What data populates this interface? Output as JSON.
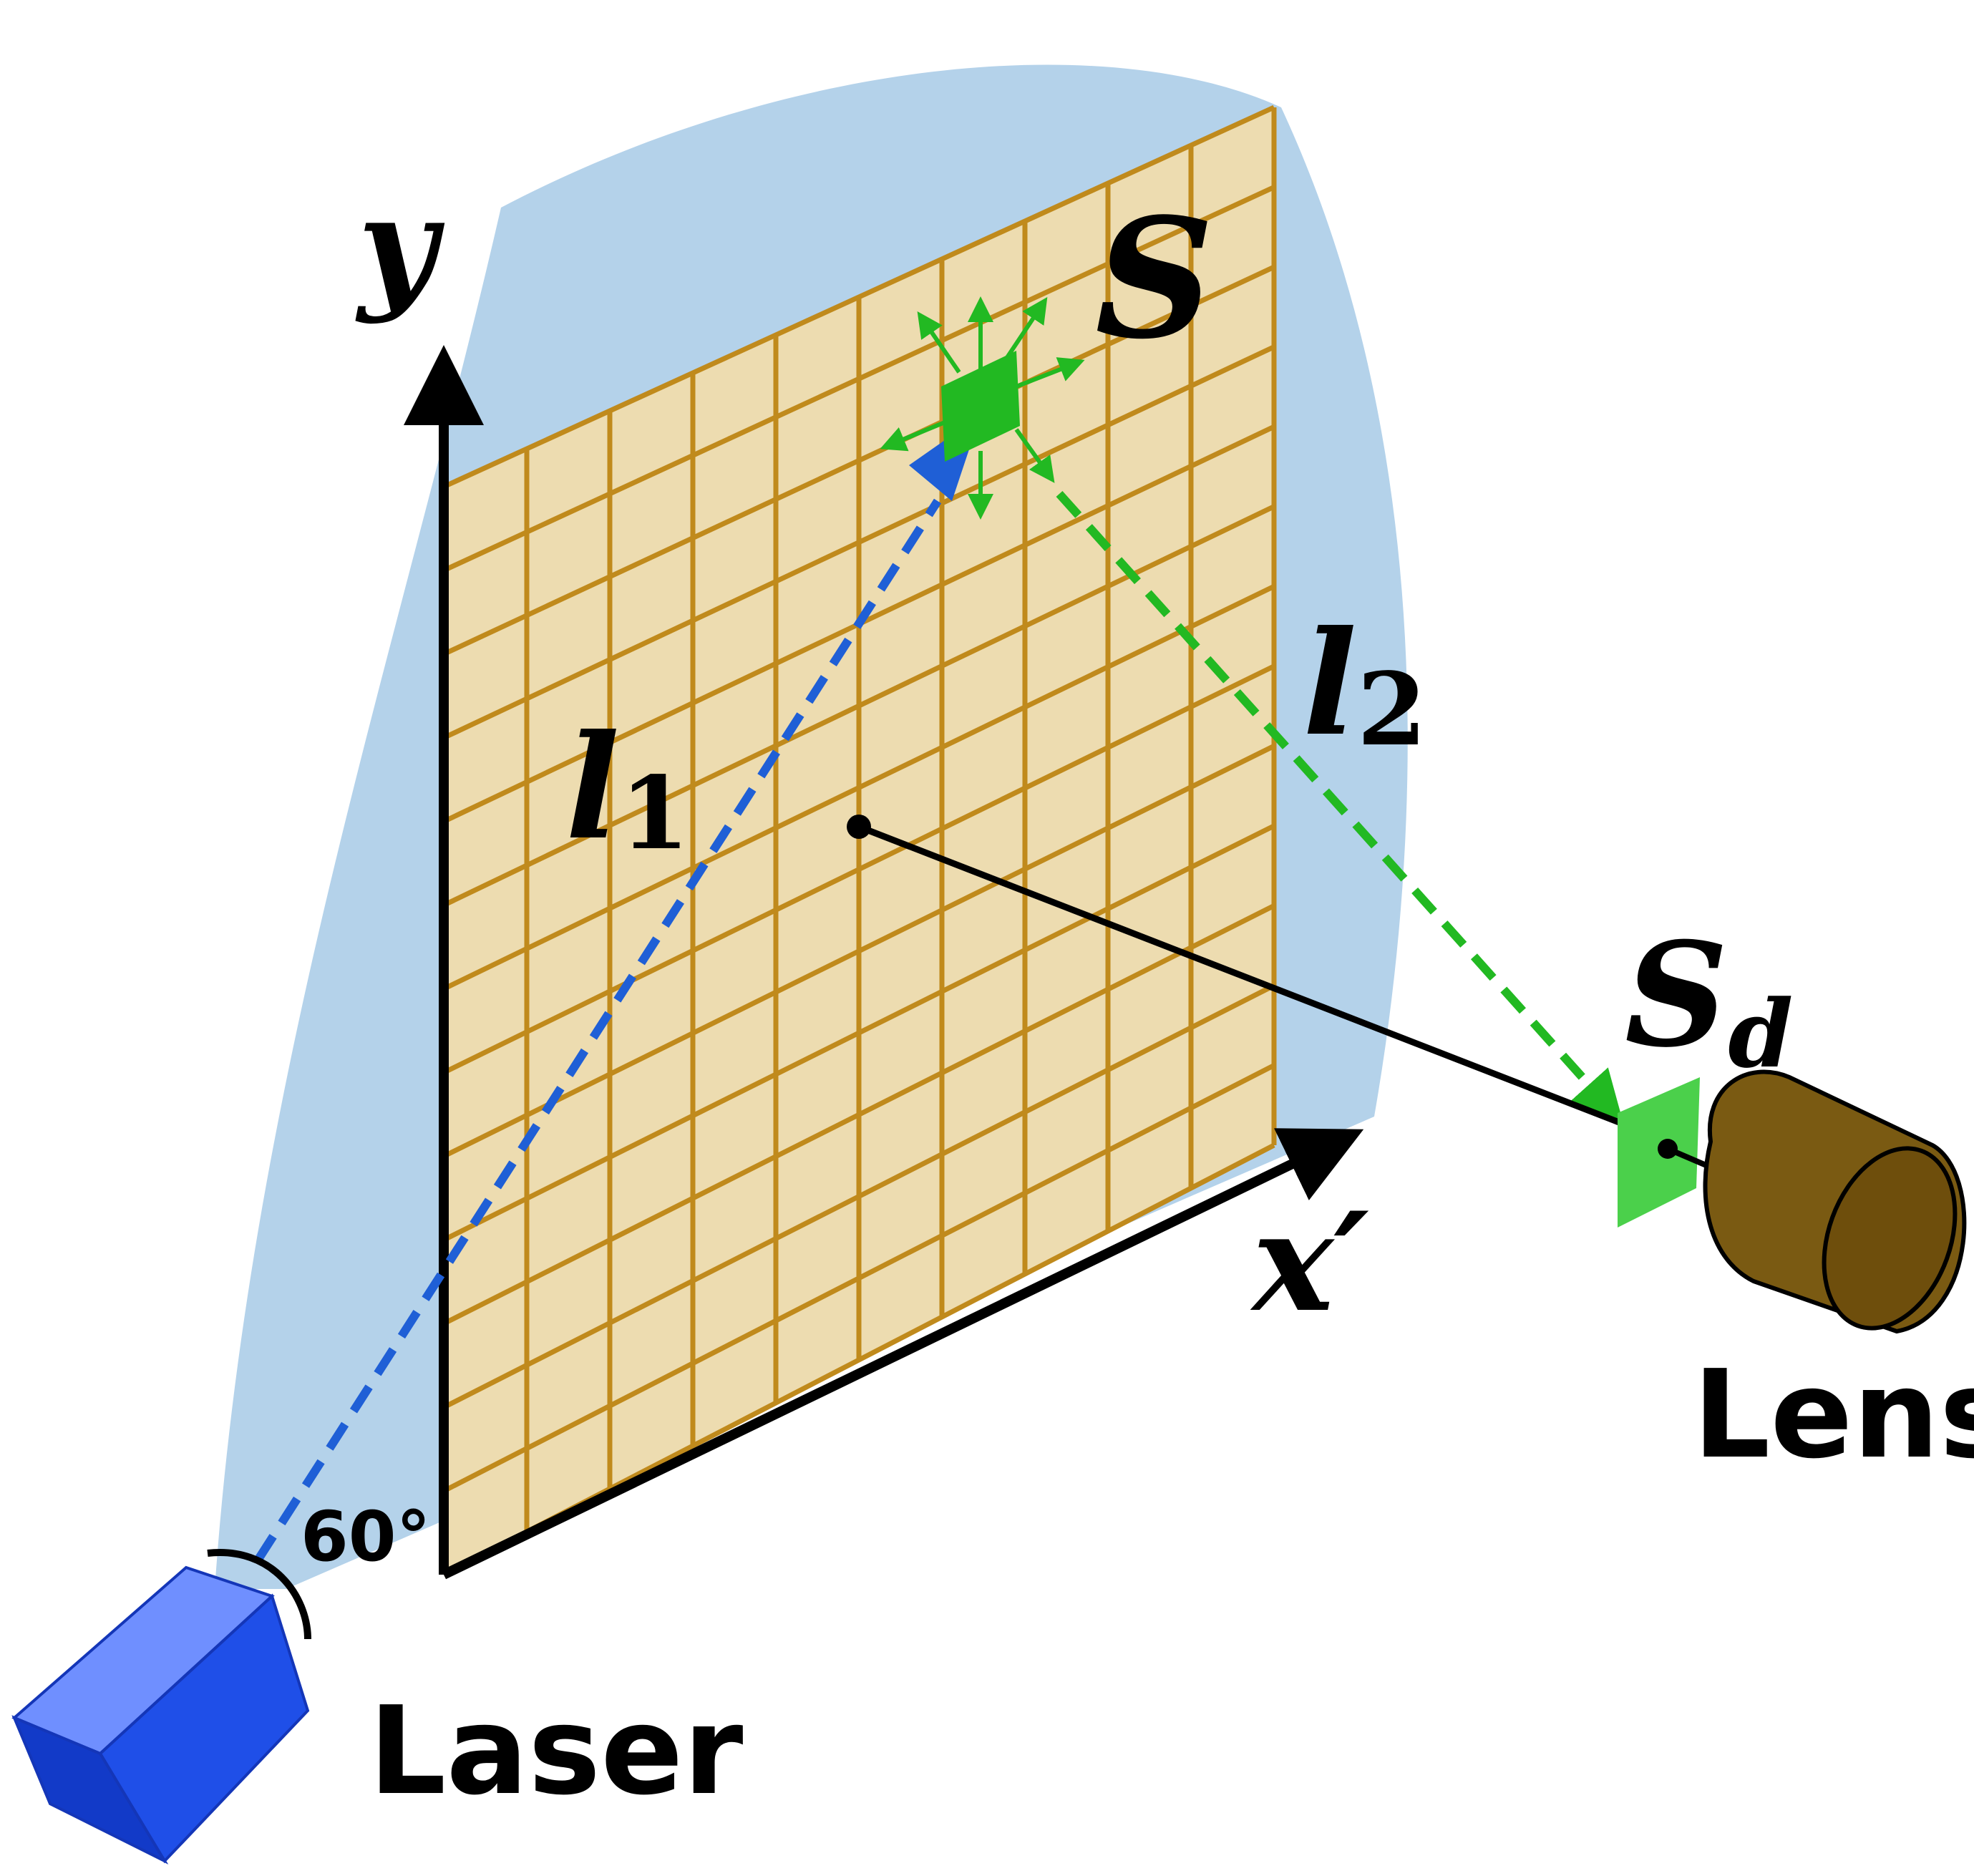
{
  "labels": {
    "y_axis": "y",
    "x_axis": "x′",
    "source": "S",
    "detector_base": "S",
    "detector_sub": "d",
    "path1_base": "l",
    "path1_sub": "1",
    "path2_base": "l",
    "path2_sub": "2",
    "angle": "60°",
    "laser": "Laser",
    "lens": "Lens"
  },
  "grid": {
    "columns": 10,
    "rows": 13
  },
  "colors": {
    "field_of_view": "#b4d2ea",
    "grid_fill": "#eddcb0",
    "grid_line": "#c08a1c",
    "laser_beam": "#1f5fd6",
    "scatter": "#22b922",
    "laser_box_front": "#1f4fe8",
    "laser_box_top": "#6f8fff",
    "lens_body": "#7a5a12",
    "axis": "#000000"
  },
  "icons": [
    "laser-box-icon",
    "lens-cylinder-icon",
    "source-square-icon",
    "detector-wedge-icon"
  ]
}
